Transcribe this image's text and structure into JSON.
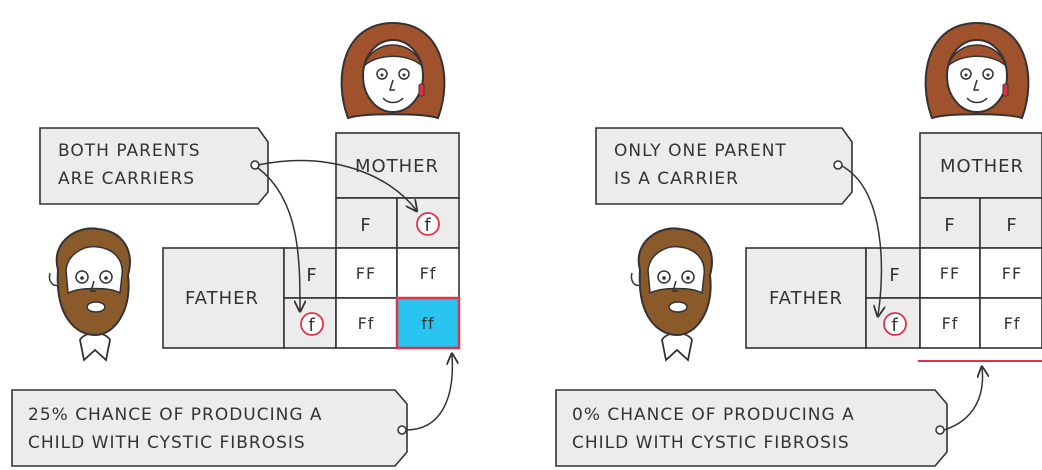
{
  "left_panel": {
    "callout_top": {
      "line1": "BOTH  PARENTS",
      "line2": "ARE  CARRIERS"
    },
    "table": {
      "mother_label": "MOTHER",
      "father_label": "FATHER",
      "mother_alleles": [
        "F",
        "f"
      ],
      "father_alleles": [
        "F",
        "f"
      ],
      "cells": [
        [
          "FF",
          "Ff"
        ],
        [
          "Ff",
          "ff"
        ]
      ]
    },
    "callout_bottom": {
      "line1": "25%  CHANCE  OF  PRODUCING  A",
      "line2": "CHILD  WITH  CYSTIC  FIBROSIS"
    },
    "highlight_color": "#29c5f0",
    "highlight_border": "#e0334a"
  },
  "right_panel": {
    "callout_top": {
      "line1": "ONLY  ONE  PARENT",
      "line2": "IS  A  CARRIER"
    },
    "table": {
      "mother_label": "MOTHER",
      "father_label": "FATHER",
      "mother_alleles": [
        "F",
        "F"
      ],
      "father_alleles": [
        "F",
        "f"
      ],
      "cells": [
        [
          "FF",
          "FF"
        ],
        [
          "Ff",
          "Ff"
        ]
      ]
    },
    "callout_bottom": {
      "line1": "0%  CHANCE  OF  PRODUCING  A",
      "line2": "CHILD  WITH  CYSTIC  FIBROSIS"
    },
    "underline_color": "#e0334a"
  },
  "colors": {
    "box_fill": "#ececec",
    "stroke": "#333333",
    "circle": "#e0334a",
    "hair": "#a0522d",
    "beard": "#8b5a2b"
  }
}
